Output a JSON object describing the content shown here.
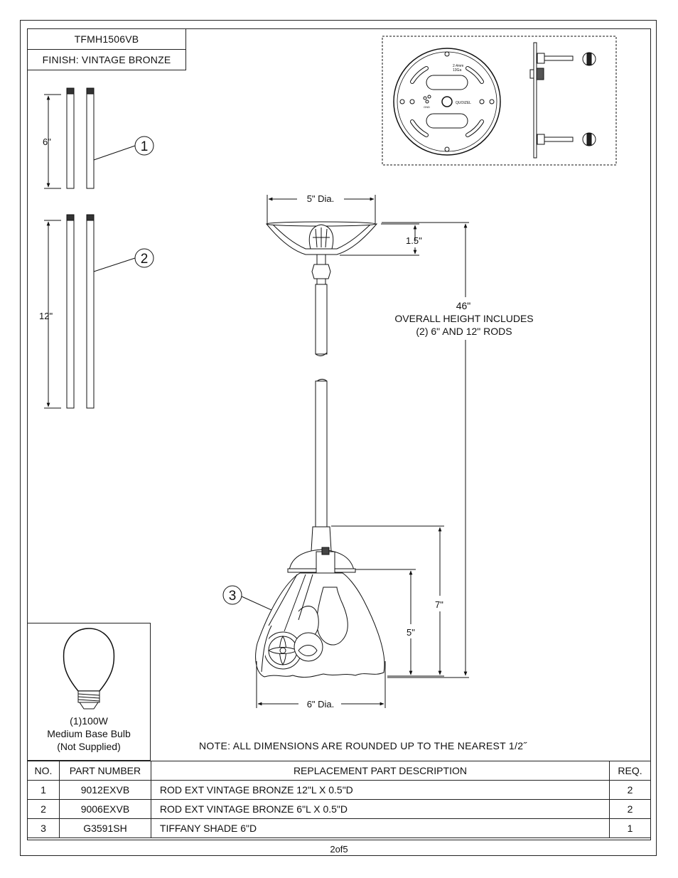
{
  "header": {
    "model": "TFMH1506VB",
    "finish": "FINISH: VINTAGE BRONZE"
  },
  "rods": {
    "short_length": "6\"",
    "long_length": "12\"",
    "callout_1": "1",
    "callout_2": "2"
  },
  "mounting_plate": {
    "gauge_text_1": "2.4mm",
    "gauge_text_2": "13Ga",
    "brand_text": "QUOIZEL",
    "gnd_text": "GND"
  },
  "fixture": {
    "canopy_dia": "5\" Dia.",
    "canopy_height": "1.5\"",
    "overall_height": "46\"",
    "overall_note_1": "OVERALL HEIGHT INCLUDES",
    "overall_note_2": "(2) 6\" AND 12\" RODS",
    "body_height": "7\"",
    "shade_height": "5\"",
    "shade_dia": "6\" Dia.",
    "callout_3": "3"
  },
  "bulb": {
    "line1": "(1)100W",
    "line2": "Medium Base Bulb",
    "line3": "(Not Supplied)"
  },
  "note": "NOTE:  ALL DIMENSIONS ARE ROUNDED UP TO THE NEAREST  1/2˝",
  "table": {
    "headers": [
      "NO.",
      "PART NUMBER",
      "REPLACEMENT PART DESCRIPTION",
      "REQ."
    ],
    "rows": [
      {
        "no": "1",
        "part": "9012EXVB",
        "desc": "ROD EXT VINTAGE BRONZE 12\"L X 0.5\"D",
        "req": "2"
      },
      {
        "no": "2",
        "part": "9006EXVB",
        "desc": "ROD EXT VINTAGE BRONZE 6\"L X 0.5\"D",
        "req": "2"
      },
      {
        "no": "3",
        "part": "G3591SH",
        "desc": "TIFFANY SHADE 6\"D",
        "req": "1"
      }
    ]
  },
  "page": "2of5"
}
